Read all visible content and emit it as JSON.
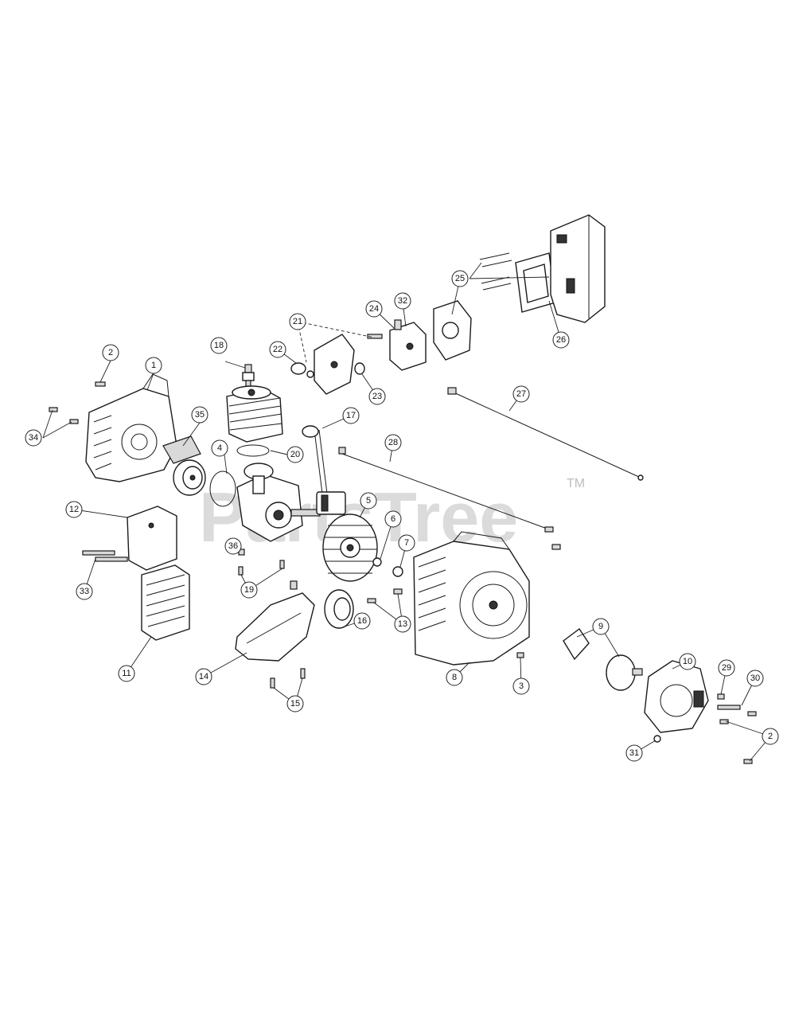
{
  "watermark": {
    "text": "PartsTree",
    "tm": "TM"
  },
  "callouts": [
    {
      "id": "c-1",
      "label": "1"
    },
    {
      "id": "c-2a",
      "label": "2"
    },
    {
      "id": "c-2b",
      "label": "2"
    },
    {
      "id": "c-3",
      "label": "3"
    },
    {
      "id": "c-4",
      "label": "4"
    },
    {
      "id": "c-5",
      "label": "5"
    },
    {
      "id": "c-6",
      "label": "6"
    },
    {
      "id": "c-7",
      "label": "7"
    },
    {
      "id": "c-8",
      "label": "8"
    },
    {
      "id": "c-9",
      "label": "9"
    },
    {
      "id": "c-10",
      "label": "10"
    },
    {
      "id": "c-11",
      "label": "11"
    },
    {
      "id": "c-12",
      "label": "12"
    },
    {
      "id": "c-13",
      "label": "13"
    },
    {
      "id": "c-14",
      "label": "14"
    },
    {
      "id": "c-15",
      "label": "15"
    },
    {
      "id": "c-16",
      "label": "16"
    },
    {
      "id": "c-17",
      "label": "17"
    },
    {
      "id": "c-18",
      "label": "18"
    },
    {
      "id": "c-19",
      "label": "19"
    },
    {
      "id": "c-20",
      "label": "20"
    },
    {
      "id": "c-21",
      "label": "21"
    },
    {
      "id": "c-22",
      "label": "22"
    },
    {
      "id": "c-23",
      "label": "23"
    },
    {
      "id": "c-24",
      "label": "24"
    },
    {
      "id": "c-25",
      "label": "25"
    },
    {
      "id": "c-26",
      "label": "26"
    },
    {
      "id": "c-27",
      "label": "27"
    },
    {
      "id": "c-28",
      "label": "28"
    },
    {
      "id": "c-29",
      "label": "29"
    },
    {
      "id": "c-30",
      "label": "30"
    },
    {
      "id": "c-31",
      "label": "31"
    },
    {
      "id": "c-32",
      "label": "32"
    },
    {
      "id": "c-33",
      "label": "33"
    },
    {
      "id": "c-34",
      "label": "34"
    },
    {
      "id": "c-35",
      "label": "35"
    },
    {
      "id": "c-36",
      "label": "36"
    }
  ]
}
